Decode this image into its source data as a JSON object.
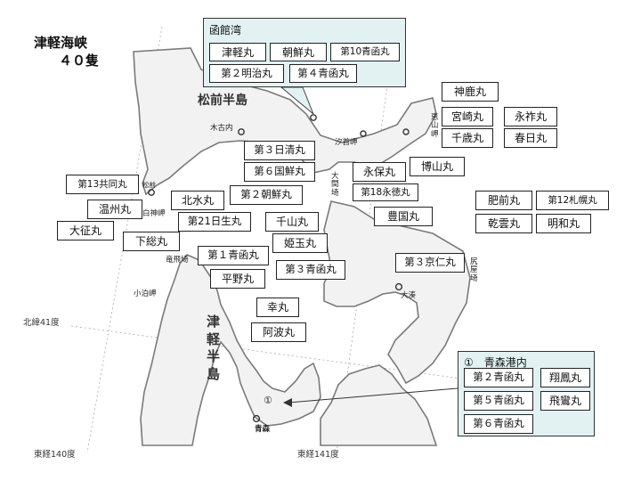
{
  "title": {
    "line1": "津軽海峡",
    "line2": "４０隻"
  },
  "panels": {
    "hakodate": {
      "title": "函館湾",
      "ships": [
        "津軽丸",
        "朝鮮丸",
        "第10青函丸",
        "第２明治丸",
        "第４青函丸"
      ]
    },
    "aomori": {
      "title": "①　青森港内",
      "ships": [
        "第２青函丸",
        "第５青函丸",
        "第６青函丸",
        "翔鳳丸",
        "飛鸞丸"
      ]
    }
  },
  "ships": {
    "jinroku": "神鹿丸",
    "miyazaki": "宮崎丸",
    "eiso": "永祚丸",
    "chitose": "千歳丸",
    "kasuga": "春日丸",
    "hakuyo": "博山丸",
    "eiho": "永保丸",
    "dai3nissei": "第３日清丸",
    "dai6kokusen": "第６国鮮丸",
    "dai18eitoku": "第18永徳丸",
    "dai13kyodo": "第13共同丸",
    "hokusui": "北水丸",
    "dai2chosen": "第２朝鮮丸",
    "onshu": "温州丸",
    "taisei": "大征丸",
    "dai21nissei": "第21日生丸",
    "senzan": "千山丸",
    "hoikoku": "豊国丸",
    "shimousa": "下総丸",
    "himetama": "姫玉丸",
    "dai1seikan": "第１青函丸",
    "dai3seikan": "第３青函丸",
    "hirano": "平野丸",
    "dai3kyojin": "第３京仁丸",
    "saiwai": "幸丸",
    "awa": "阿波丸",
    "hizen": "肥前丸",
    "dai12sapporo": "第12札幌丸",
    "kenun": "乾雲丸",
    "meiwa": "明和丸"
  },
  "places": {
    "matsumae_peninsula": "松前半島",
    "tsugaru_peninsula": "津軽半島",
    "kikonai": "木古内",
    "shiokubi": "汐首岬",
    "esan": "恵山岬",
    "oma": "大間埼",
    "shiriya": "尻屋埼",
    "shirakami": "白神岬",
    "tappi": "竜飛埼",
    "kodomari": "小泊岬",
    "ominato": "大湊",
    "matsumae": "松前",
    "aomori_city": "青森"
  },
  "grid": {
    "lat41": "北緯41度",
    "lon140": "東経140度",
    "lon141": "東経141度"
  },
  "marker": "①",
  "colors": {
    "panel_bg": "#e2f2f2",
    "land": "#f3f3f3",
    "coast": "#777777",
    "grid": "#999999"
  }
}
